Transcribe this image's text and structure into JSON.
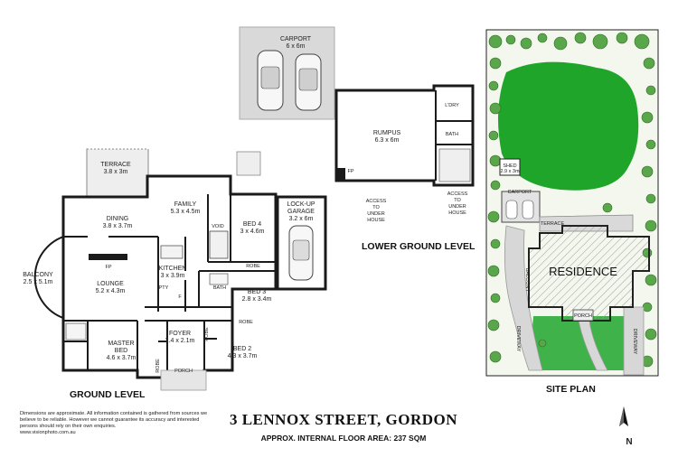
{
  "title": "3 LENNOX STREET, GORDON",
  "subtitle": "APPROX. INTERNAL FLOOR AREA: 237 SQM",
  "disclaimer": "Dimensions are approximate. All information contained is gathered from sources we believe to be reliable. However we cannot guarantee its accuracy and interested persons should rely on their own enquiries.",
  "website": "www.visionphoto.com.au",
  "compass_label": "N",
  "levels": {
    "ground": "GROUND LEVEL",
    "lower": "LOWER GROUND LEVEL",
    "site": "SITE PLAN"
  },
  "ground_rooms": {
    "terrace": [
      "TERRACE",
      "3.8 x 3m"
    ],
    "dining": [
      "DINING",
      "3.8 x 3.7m"
    ],
    "family": [
      "FAMILY",
      "5.3 x 4.5m"
    ],
    "void": "VOID",
    "bed4": [
      "BED 4",
      "3 x 4.6m"
    ],
    "garage": [
      "LOCK-UP",
      "GARAGE",
      "3.2 x 6m"
    ],
    "fp": "FP",
    "balcony": [
      "BALCONY",
      "2.5 x 5.1m"
    ],
    "lounge": [
      "LOUNGE",
      "5.2 x 4.3m"
    ],
    "kitchen": [
      "KITCHEN",
      "3 x 3.9m"
    ],
    "pty": "PTY",
    "f": "F",
    "bath": "BATH",
    "robe": "ROBE",
    "bed3": [
      "BED 3",
      "2.8 x 3.4m"
    ],
    "foyer": [
      "FOYER",
      "2.4 x 2.1m"
    ],
    "master": [
      "MASTER",
      "BED",
      "4.6 x 3.7m"
    ],
    "bed2": [
      "BED 2",
      "4.3 x 3.7m"
    ],
    "porch": "PORCH",
    "robe_a": "ROBE",
    "robe_b": "ROBE",
    "robe_c": "ROBE"
  },
  "lower_rooms": {
    "carport": [
      "CARPORT",
      "6 x 6m"
    ],
    "rumpus": [
      "RUMPUS",
      "6.3 x 6m"
    ],
    "ldry": "L'DRY",
    "bath": "BATH",
    "fp": "FP",
    "access1": [
      "ACCESS",
      "TO",
      "UNDER",
      "HOUSE"
    ],
    "access2": [
      "ACCESS",
      "TO",
      "UNDER",
      "HOUSE"
    ]
  },
  "site_labels": {
    "shed": [
      "SHED",
      "2.9 x 3m"
    ],
    "carport": "CARPORT",
    "terrace": "TERRACE",
    "residence": "RESIDENCE",
    "balcony": "BALCONY",
    "porch": "PORCH",
    "driveway1": "DRIVEWAY",
    "driveway2": "DRIVEWAY"
  },
  "colors": {
    "wall": "#1a1a1a",
    "paving": "#d4d4d4",
    "lawn": "#1fa52a",
    "tree": "#5aa64a",
    "floor": "#ffffff"
  }
}
